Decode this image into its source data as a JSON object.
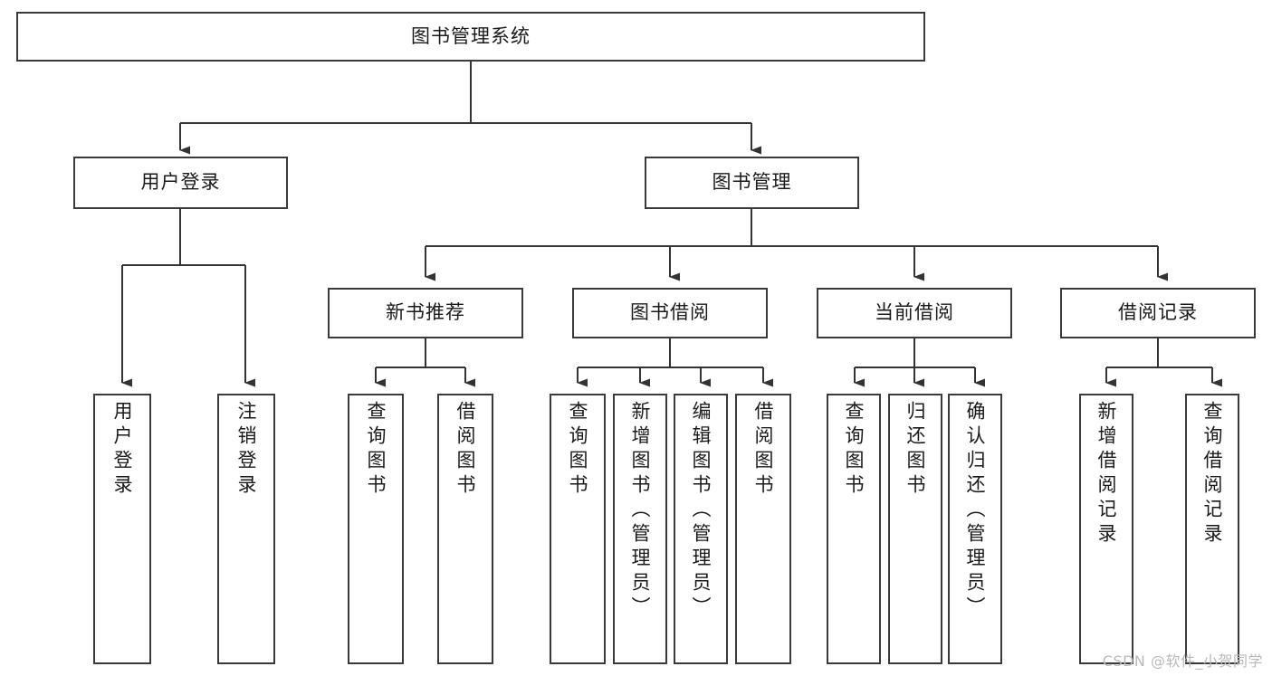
{
  "diagram": {
    "kind": "tree",
    "title": "图书管理系统",
    "root": {
      "id": "root",
      "label": "图书管理系统"
    },
    "level1": [
      {
        "id": "user-login",
        "label": "用户登录"
      },
      {
        "id": "book-manage",
        "label": "图书管理"
      }
    ],
    "level2": [
      {
        "id": "new-book-recommend",
        "label": "新书推荐"
      },
      {
        "id": "book-borrow",
        "label": "图书借阅"
      },
      {
        "id": "current-borrow",
        "label": "当前借阅"
      },
      {
        "id": "borrow-record",
        "label": "借阅记录"
      }
    ],
    "leaves": {
      "user_login": [
        {
          "id": "leaf-user-login",
          "label": "用户登录"
        },
        {
          "id": "leaf-logout",
          "label": "注销登录"
        }
      ],
      "new_book_recommend": [
        {
          "id": "leaf-query-book-1",
          "label": "查询图书"
        },
        {
          "id": "leaf-borrow-book-1",
          "label": "借阅图书"
        }
      ],
      "book_borrow": [
        {
          "id": "leaf-query-book-2",
          "label": "查询图书"
        },
        {
          "id": "leaf-add-book",
          "label": "新增图书（管理员）"
        },
        {
          "id": "leaf-edit-book",
          "label": "编辑图书（管理员）"
        },
        {
          "id": "leaf-borrow-book-2",
          "label": "借阅图书"
        }
      ],
      "current_borrow": [
        {
          "id": "leaf-query-book-3",
          "label": "查询图书"
        },
        {
          "id": "leaf-return-book",
          "label": "归还图书"
        },
        {
          "id": "leaf-confirm-return",
          "label": "确认归还（管理员）"
        }
      ],
      "borrow_record": [
        {
          "id": "leaf-add-record",
          "label": "新增借阅记录"
        },
        {
          "id": "leaf-query-record",
          "label": "查询借阅记录"
        }
      ]
    }
  },
  "watermark": {
    "text": "CSDN @软件_小贺同学"
  },
  "colors": {
    "border": "#3a3a3a",
    "text": "#1a1a1a",
    "background": "#ffffff",
    "edge": "#333333",
    "watermark": "#b9b9b9"
  }
}
